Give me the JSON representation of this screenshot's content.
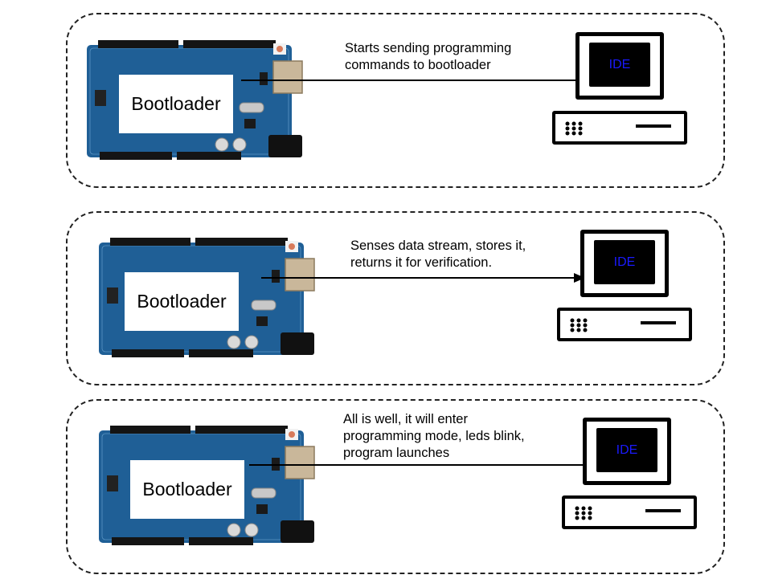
{
  "panels": [
    {
      "bootloader_label": "Bootloader",
      "message": [
        "Starts sending programming",
        "commands to bootloader"
      ],
      "screen_label": "IDE"
    },
    {
      "bootloader_label": "Bootloader",
      "message": [
        "Senses data stream, stores it,",
        "returns it for verification."
      ],
      "screen_label": "IDE"
    },
    {
      "bootloader_label": "Bootloader",
      "message": [
        "All is well, it will enter",
        "programming mode, leds blink,",
        "program launches"
      ],
      "screen_label": "IDE"
    }
  ],
  "colors": {
    "board": "#1f5f96",
    "screen_text": "#1a1aff"
  }
}
